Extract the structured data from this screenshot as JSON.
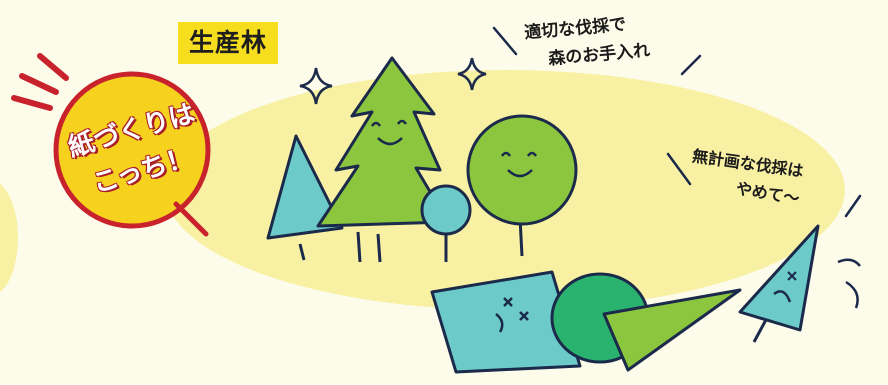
{
  "label": {
    "text": "生産林"
  },
  "notes": {
    "good_line_1": "適切な伐採で",
    "good_line_2": "森のお手入れ",
    "bad_line_1": "無計画な伐採は",
    "bad_line_2": "やめて〜"
  },
  "badge": {
    "line_1": "紙づくりは",
    "line_2": "こっち！"
  },
  "colors": {
    "background": "#fdfbea",
    "highlight": "#f8f1a3",
    "label_bg": "#f6de1e",
    "badge_yellow": "#f6d21e",
    "badge_red": "#c8232c",
    "tree_green": "#8cc63f",
    "tree_dark_green": "#2ab36e",
    "tree_teal": "#6ccac9",
    "outline": "#1b2a4a"
  }
}
